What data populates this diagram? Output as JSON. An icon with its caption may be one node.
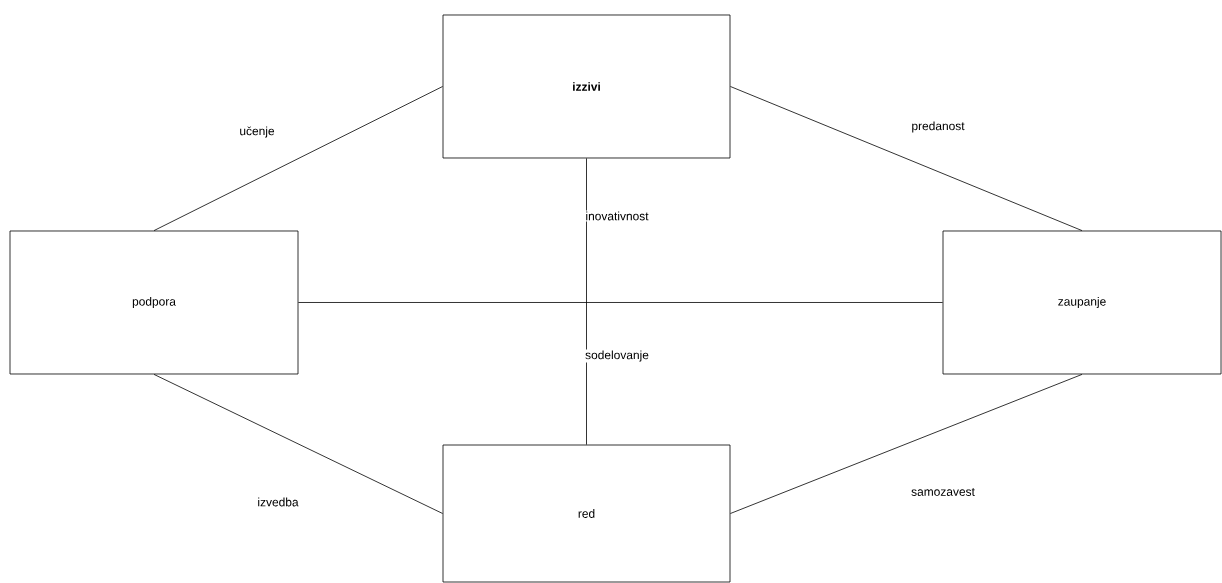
{
  "diagram": {
    "nodes": [
      {
        "text": [
          "izzivi"
        ]
      },
      {
        "text": [
          "podpora"
        ]
      },
      {
        "text": [
          "zaupanje"
        ]
      },
      {
        "text": [
          "red"
        ]
      }
    ],
    "edges": [
      {
        "from": 0,
        "to": 1,
        "arrow": "none",
        "label": "učenje"
      },
      {
        "from": 0,
        "to": 2,
        "arrow": "none",
        "label": "predanost"
      },
      {
        "from": 0,
        "to": 3,
        "arrow": "none",
        "label": "inovativnost"
      },
      {
        "from": 1,
        "to": 2,
        "arrow": "none"
      },
      {
        "from": 1,
        "to": 3,
        "arrow": "none",
        "label": "izvedba"
      },
      {
        "from": 2,
        "to": 3,
        "arrow": "none",
        "label": "samozavest"
      }
    ],
    "labels": [
      "sodelovanje"
    ]
  }
}
